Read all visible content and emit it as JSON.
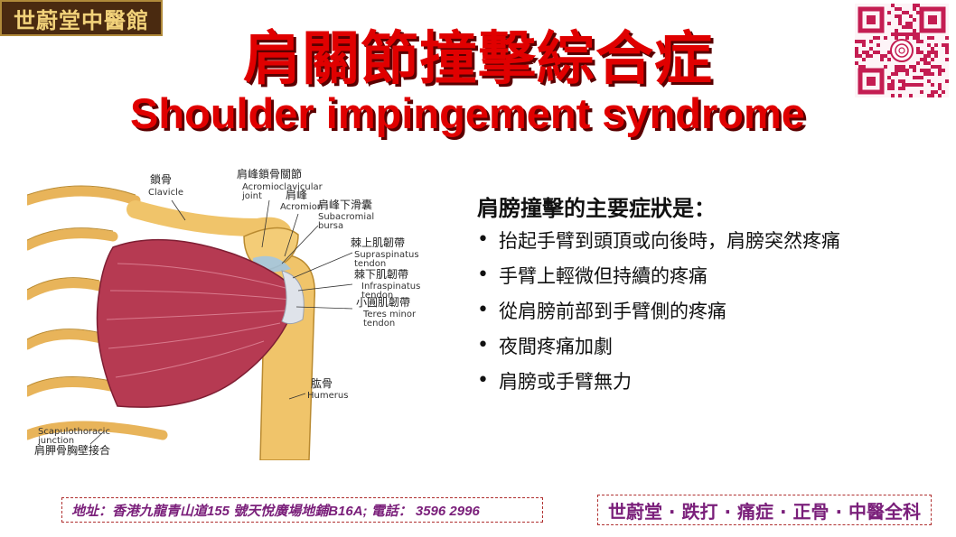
{
  "logo": {
    "text": "世蔚堂中醫館"
  },
  "title": {
    "chinese": "肩關節撞擊綜合症",
    "english": "Shoulder impingement syndrome"
  },
  "anatomy_labels": {
    "clavicle_cn": "鎖骨",
    "clavicle_en": "Clavicle",
    "ac_joint_cn": "肩峰鎖骨關節",
    "ac_joint_en1": "Acromioclavicular",
    "ac_joint_en2": "joint",
    "acromion_cn": "肩峰",
    "acromion_en": "Acromion",
    "bursa_cn": "肩峰下滑囊",
    "bursa_en1": "Subacromial",
    "bursa_en2": "bursa",
    "supra_cn": "棘上肌韌帶",
    "supra_en1": "Supraspinatus",
    "supra_en2": "tendon",
    "infra_cn": "棘下肌韌帶",
    "infra_en1": "Infraspinatus",
    "infra_en2": "tendon",
    "teres_cn": "小圓肌韌帶",
    "teres_en1": "Teres minor",
    "teres_en2": "tendon",
    "humerus_cn": "肱骨",
    "humerus_en": "Humerus",
    "scap_en1": "Scapulothoracic",
    "scap_en2": "junction",
    "scap_cn": "肩胛骨胸壁接合"
  },
  "symptoms": {
    "heading": "肩膀撞擊的主要症狀是：",
    "items": [
      "抬起手臂到頭頂或向後時，肩膀突然疼痛",
      "手臂上輕微但持續的疼痛",
      "從肩膀前部到手臂側的疼痛",
      "夜間疼痛加劇",
      "肩膀或手臂無力"
    ]
  },
  "footer": {
    "address": "地址：香港九龍青山道155 號天悅廣場地鋪B16A;  電話： 3596 2996",
    "brand": "世蔚堂 · 跌打 · 痛症 · 正骨 · 中醫全科"
  },
  "icons": {
    "qr": "qr-code-icon",
    "bullet": "bullet-dot-icon"
  },
  "colors": {
    "title_red": "#e00000",
    "footer_purple": "#7a1f7a",
    "logo_bg": "#4a2a10",
    "logo_text": "#f2d27a"
  }
}
